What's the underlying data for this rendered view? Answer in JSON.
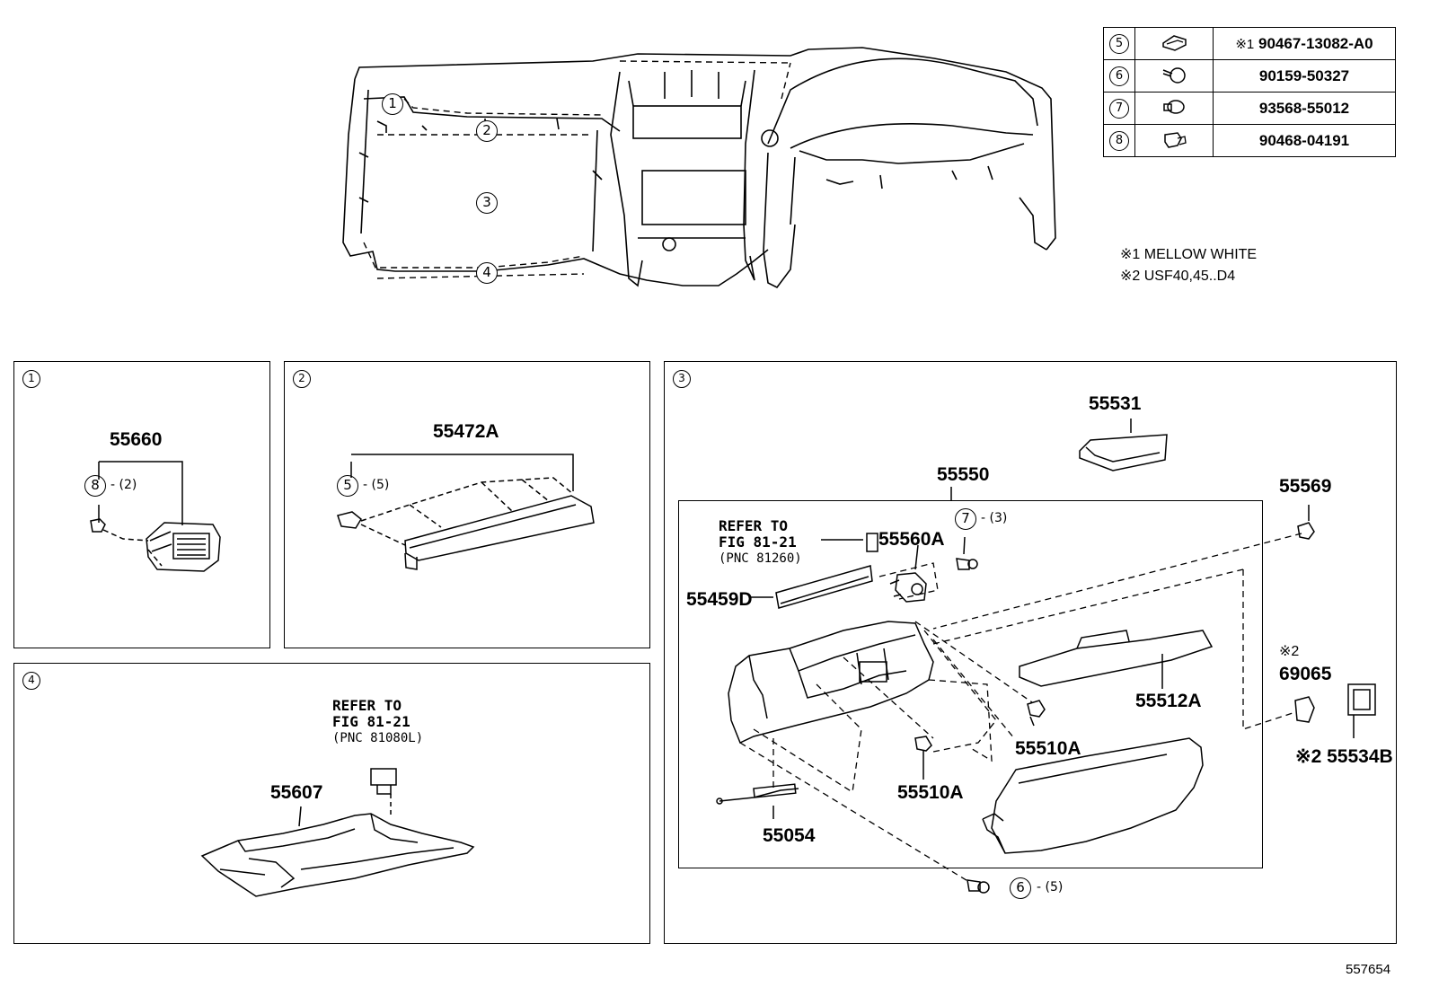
{
  "fastener_table": [
    {
      "num": "5",
      "icon": "clip-icon",
      "mark": "※1",
      "part": "90467-13082-A0"
    },
    {
      "num": "6",
      "icon": "screw-icon",
      "mark": "",
      "part": "90159-50327"
    },
    {
      "num": "7",
      "icon": "bolt-icon",
      "mark": "",
      "part": "93568-55012"
    },
    {
      "num": "8",
      "icon": "nut-clip-icon",
      "mark": "",
      "part": "90468-04191"
    }
  ],
  "notes": {
    "note1": "※1 MELLOW WHITE",
    "note2": "※2 USF40,45..D4"
  },
  "overview": {
    "callout1": "1",
    "callout2": "2",
    "callout3": "3",
    "callout4": "4"
  },
  "panel1": {
    "index": "1",
    "part_55660": "55660",
    "fastener_num": "8",
    "fastener_qty": "- (2)"
  },
  "panel2": {
    "index": "2",
    "part_55472A": "55472A",
    "fastener_num": "5",
    "fastener_qty": "- (5)"
  },
  "panel3": {
    "index": "3",
    "part_55531": "55531",
    "part_55550": "55550",
    "part_55569": "55569",
    "ref_line1": "REFER TO",
    "ref_line2": "FIG 81-21",
    "ref_line3": "(PNC 81260)",
    "fastener7_num": "7",
    "fastener7_qty": "- (3)",
    "part_55560A": "55560A",
    "part_55459D": "55459D",
    "note2_mark": "※2",
    "part_69065": "69065",
    "part_55512A": "55512A",
    "part_55510A_a": "55510A",
    "part_55510A_b": "55510A",
    "part_55534B": "※2 55534B",
    "part_55054": "55054",
    "fastener6_num": "6",
    "fastener6_qty": "- (5)"
  },
  "panel4": {
    "index": "4",
    "ref_line1": "REFER TO",
    "ref_line2": "FIG 81-21",
    "ref_line3": "(PNC 81080L)",
    "part_55607": "55607"
  },
  "figure_id": "557654"
}
